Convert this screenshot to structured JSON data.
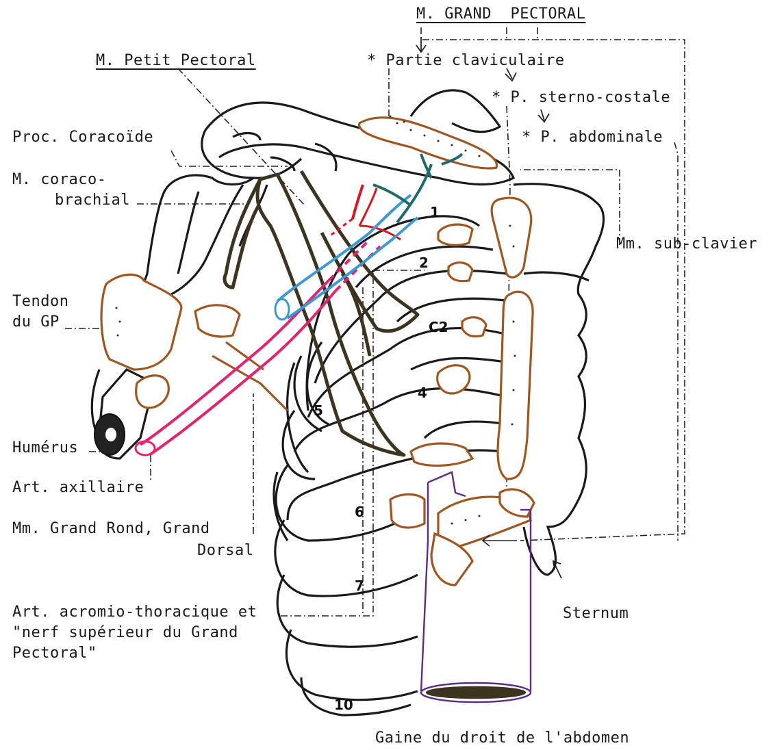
{
  "labels": {
    "grand_pectoral": "M. GRAND  PECTORAL",
    "partie_claviculaire": "* Partie claviculaire",
    "sterno_costale": "* P. sterno-costale",
    "abdominale": "* P. abdominale",
    "petit_pectoral": "M. Petit Pectoral",
    "coracoide": "Proc. Coracoïde",
    "coraco_1": "M. coraco-",
    "coraco_2": "brachial",
    "sub_clavier": "Mm. sub-clavier",
    "tendon_1": "Tendon",
    "tendon_2": "du GP",
    "humerus": "Humérus",
    "axillaire": "Art. axillaire",
    "grand_rond_1": "Mm. Grand Rond, Grand",
    "grand_rond_2": "Dorsal",
    "acromio_1": "Art. acromio-thoracique et",
    "acromio_2": "\"nerf supérieur du Grand",
    "acromio_3": "Pectoral\"",
    "sternum": "Sternum",
    "gaine": "Gaine du droit de l'abdomen"
  },
  "rib_numbers": [
    "1",
    "2",
    "C2",
    "4",
    "5",
    "6",
    "7",
    "10"
  ],
  "colors": {
    "bone": "#1a1a1a",
    "muscle_brown": "#a0561e",
    "pectoralis_minor": "#3d3420",
    "artery": "#e8206e",
    "artery_red": "#e0141e",
    "vein": "#3a9ad8",
    "nerve": "#1f6a6a",
    "sheath": "#5b2a8a"
  }
}
